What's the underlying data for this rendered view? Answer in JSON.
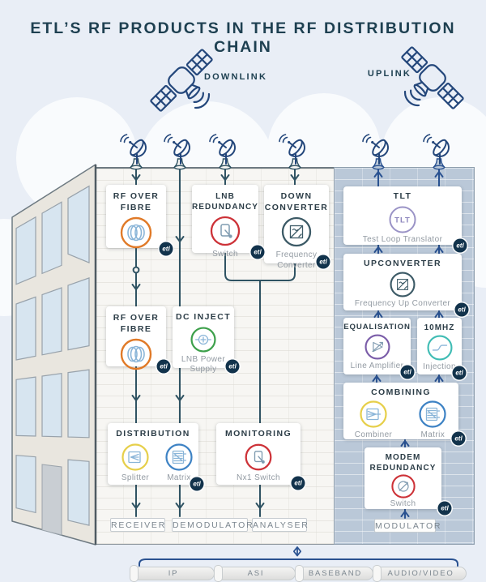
{
  "title": "ETL’S RF PRODUCTS IN THE RF DISTRIBUTION CHAIN",
  "downlink_label": "DOWNLINK",
  "uplink_label": "UPLINK",
  "etl_badge": "etl",
  "downlink_chain": {
    "rf_over_fibre": {
      "title": "RF OVER FIBRE"
    },
    "lnb_redundancy": {
      "title": "LNB REDUNDANCY",
      "sub": "Switch"
    },
    "down_converter": {
      "title": "DOWN CONVERTER",
      "sub": "Frequency Converter"
    },
    "rf_over_fibre_2": {
      "title": "RF OVER FIBRE"
    },
    "dc_inject": {
      "title": "DC INJECT",
      "sub": "LNB Power Supply"
    },
    "distribution": {
      "title": "DISTRIBUTION",
      "items": [
        "Splitter",
        "Matrix"
      ]
    },
    "monitoring": {
      "title": "MONITORING",
      "sub": "Nx1 Switch"
    },
    "outputs": [
      "RECEIVER",
      "DEMODULATOR",
      "ANALYSER"
    ]
  },
  "uplink_chain": {
    "tlt": {
      "title": "TLT",
      "icon_label": "TLT",
      "sub": "Test Loop Translator"
    },
    "upconverter": {
      "title": "UPCONVERTER",
      "sub": "Frequency Up Converter"
    },
    "equalisation": {
      "title": "EQUALISATION",
      "sub": "Line Amplifier"
    },
    "ten_mhz": {
      "title": "10MHZ",
      "sub": "Injection"
    },
    "combining": {
      "title": "COMBINING",
      "items": [
        "Combiner",
        "Matrix"
      ]
    },
    "modem_redundancy": {
      "title": "MODEM REDUNDANCY",
      "sub": "Switch"
    },
    "output": "MODULATOR"
  },
  "transport_bus": {
    "segments": [
      "IP",
      "ASI",
      "BASEBAND",
      "AUDIO/VIDEO"
    ]
  },
  "colors": {
    "title_teal": "#1e4051",
    "satellite_navy": "#24477b",
    "line_slate": "#2f5363",
    "arrow_navy": "#2a5291",
    "uplink_panel_blue": "#bac8d8",
    "badge_navy": "#12334c",
    "ring_orange": "#e07a28",
    "ring_red": "#cd3238",
    "ring_slate": "#3c5a66",
    "ring_green": "#3da04b",
    "ring_purple": "#7a5ca8",
    "ring_teal": "#3fbcb4",
    "ring_yellow": "#e6cf4a",
    "ring_blue": "#3d82c4",
    "ring_tlt_purple": "#9a93c6"
  }
}
